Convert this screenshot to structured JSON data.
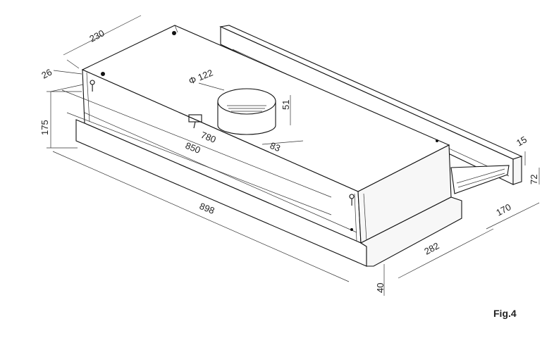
{
  "figure": {
    "label": "Fig.4"
  },
  "dimensions": {
    "depth_top": "230",
    "offset": "26",
    "height": "175",
    "duct_diameter": "Φ 122",
    "duct_height": "51",
    "duct_offset": "83",
    "inner_width": "780",
    "body_width": "850",
    "total_width": "898",
    "panel_thickness": "15",
    "panel_height": "72",
    "front_depth": "170",
    "drawer_depth": "282",
    "visor_height": "40"
  }
}
